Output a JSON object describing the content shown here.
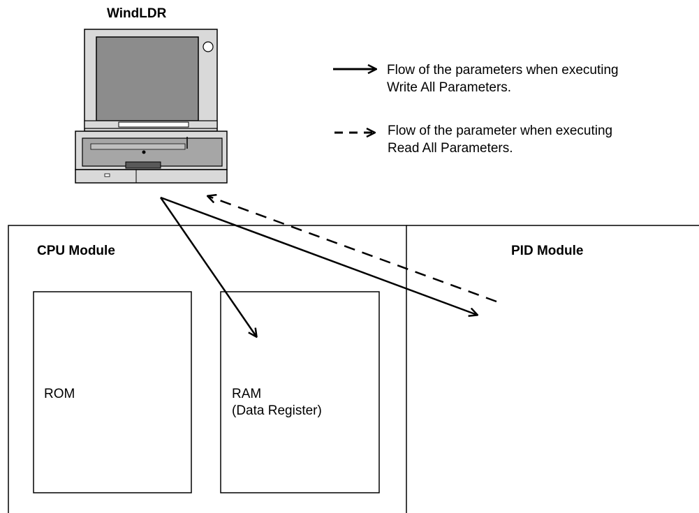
{
  "labels": {
    "windldr": "WindLDR",
    "cpu_module": "CPU Module",
    "pid_module": "PID Module",
    "rom": "ROM",
    "ram_line1": "RAM",
    "ram_line2": "(Data Register)"
  },
  "legend": {
    "write": {
      "line1": "Flow of the parameters when executing",
      "line2": "Write All Parameters."
    },
    "read": {
      "line1": "Flow of the parameter when executing",
      "line2": "Read All Parameters."
    }
  },
  "colors": {
    "line": "#000000",
    "laptop_body": "#d9d9d9",
    "laptop_screen": "#8c8c8c",
    "laptop_keyboard": "#a6a6a6"
  },
  "icons": {
    "computer": "laptop-icon"
  }
}
